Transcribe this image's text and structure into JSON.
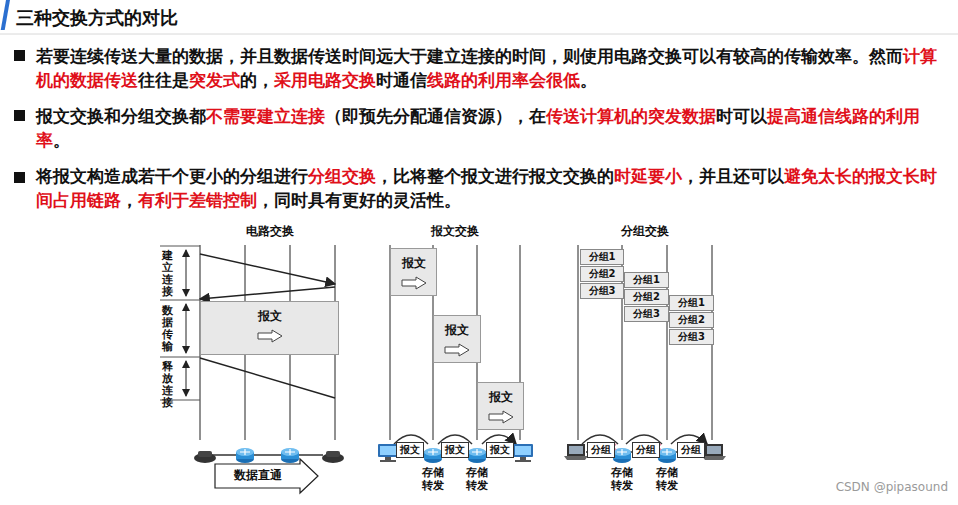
{
  "diagram": {
    "title": "三种交换方式的对比",
    "nodes": [
      {
        "text": [
          "报文"
        ]
      },
      {
        "text": [
          "报文"
        ]
      },
      {
        "text": [
          "报文"
        ]
      },
      {
        "text": [
          "报文"
        ]
      },
      {
        "text": [
          "分组1"
        ]
      },
      {
        "text": [
          "分组2"
        ]
      },
      {
        "text": [
          "分组3"
        ]
      },
      {
        "text": [
          "分组1"
        ]
      },
      {
        "text": [
          "分组2"
        ]
      },
      {
        "text": [
          "分组3"
        ]
      },
      {
        "text": [
          "分组1"
        ]
      },
      {
        "text": [
          "分组2"
        ]
      },
      {
        "text": [
          "分组3"
        ]
      }
    ],
    "labels": [
      "若要连续传送大量的数据，并且数据传送时间远大于建立连接的时间，则使用电路交换可以有较高的传输效率。然而",
      "计算机的数据传送",
      "往往是",
      "突发式",
      "的，",
      "采用电路交换",
      "时通信",
      "线路的利用率会很低",
      "。",
      "报文交换和分组交换都",
      "不需要建立连接",
      "（即预先分配通信资源），在",
      "传送计算机的突发数据",
      "时可以",
      "提高通信线路的利用率",
      "。",
      "将报文构造成若干个更小的分组进行",
      "分组交换",
      "，比将整个报文进行报文交换的",
      "时延要小",
      "，并且还可以",
      "避免太长的报文长时间占用链路",
      "，",
      "有利于差错控制",
      "，同时具有更好的灵活性。",
      "电路交换",
      "建立连接",
      "数据传输",
      "释放连接",
      "数据直通",
      "报文交换",
      "报文",
      "报文",
      "报文",
      "存储转发",
      "存储转发",
      "分组交换",
      "分组",
      "分组",
      "分组",
      "存储转发",
      "存储转发",
      "CSDN @pipasound"
    ]
  }
}
